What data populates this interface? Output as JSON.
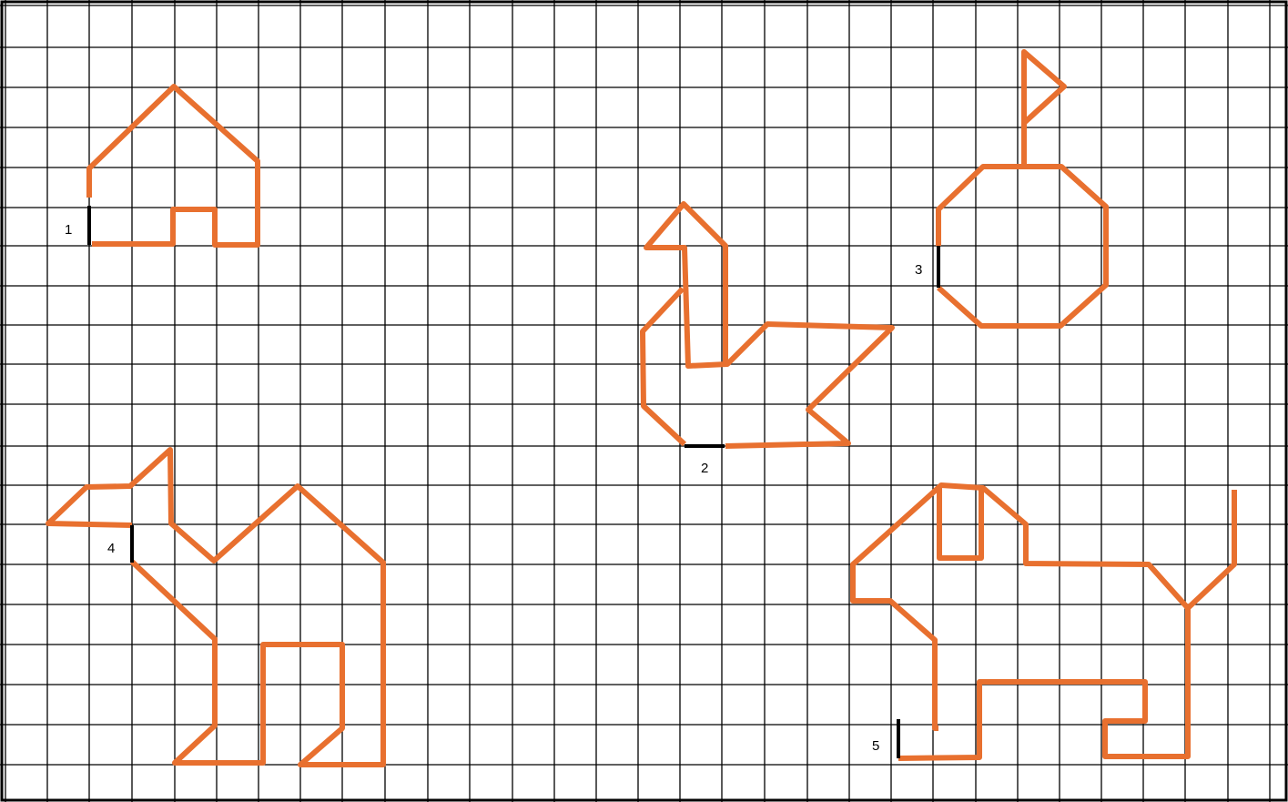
{
  "colors": {
    "grid": "#000000",
    "shape": "#E8702F",
    "start": "#000000",
    "background": "#ffffff"
  },
  "shapes": [
    {
      "label": "1",
      "name": "house"
    },
    {
      "label": "2",
      "name": "swan"
    },
    {
      "label": "3",
      "name": "apple"
    },
    {
      "label": "4",
      "name": "cat"
    },
    {
      "label": "5",
      "name": "dog"
    }
  ]
}
